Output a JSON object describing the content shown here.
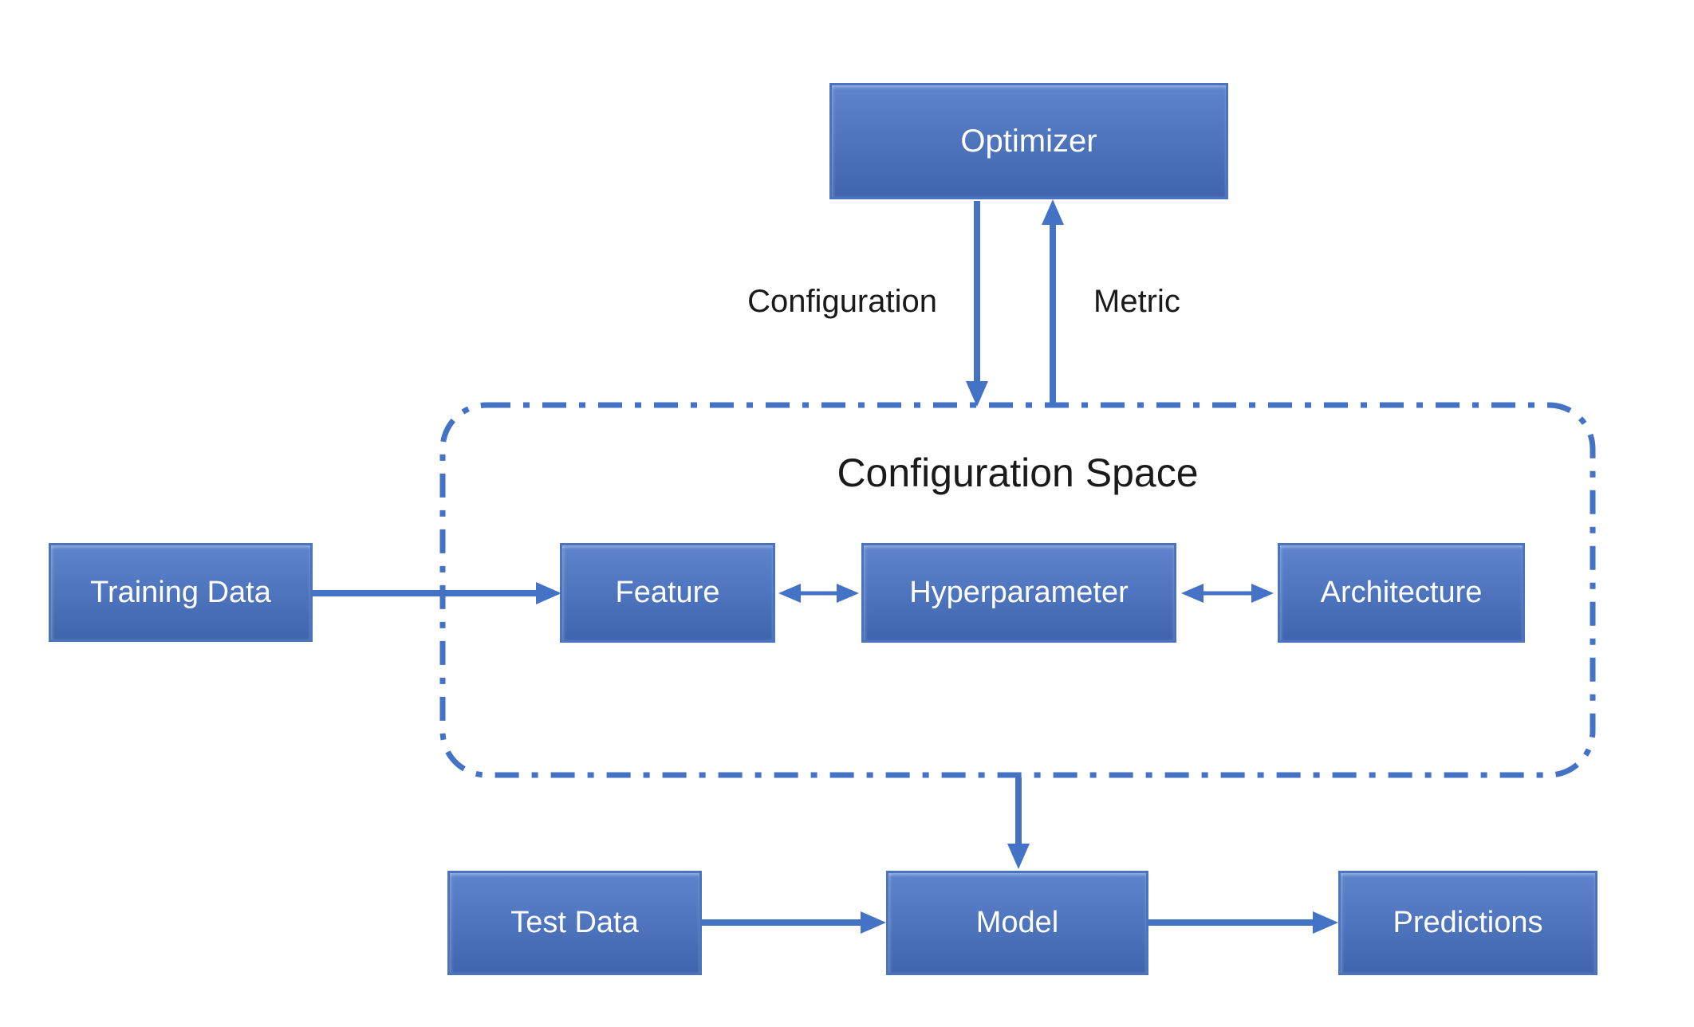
{
  "diagram": {
    "container": {
      "label": "Configuration Space"
    },
    "nodes": {
      "optimizer": {
        "label": "Optimizer"
      },
      "training_data": {
        "label": "Training Data"
      },
      "feature": {
        "label": "Feature"
      },
      "hyperparameter": {
        "label": "Hyperparameter"
      },
      "architecture": {
        "label": "Architecture"
      },
      "test_data": {
        "label": "Test Data"
      },
      "model": {
        "label": "Model"
      },
      "predictions": {
        "label": "Predictions"
      }
    },
    "edge_labels": {
      "configuration": "Configuration",
      "metric": "Metric"
    },
    "colors": {
      "background": "#ffffff",
      "node_fill_top": "#5d84cc",
      "node_fill_bottom": "#3f65ae",
      "node_border": "#4a74c0",
      "node_text": "#ffffff",
      "arrow": "#4472c4",
      "label_text": "#1a1a1a"
    }
  }
}
